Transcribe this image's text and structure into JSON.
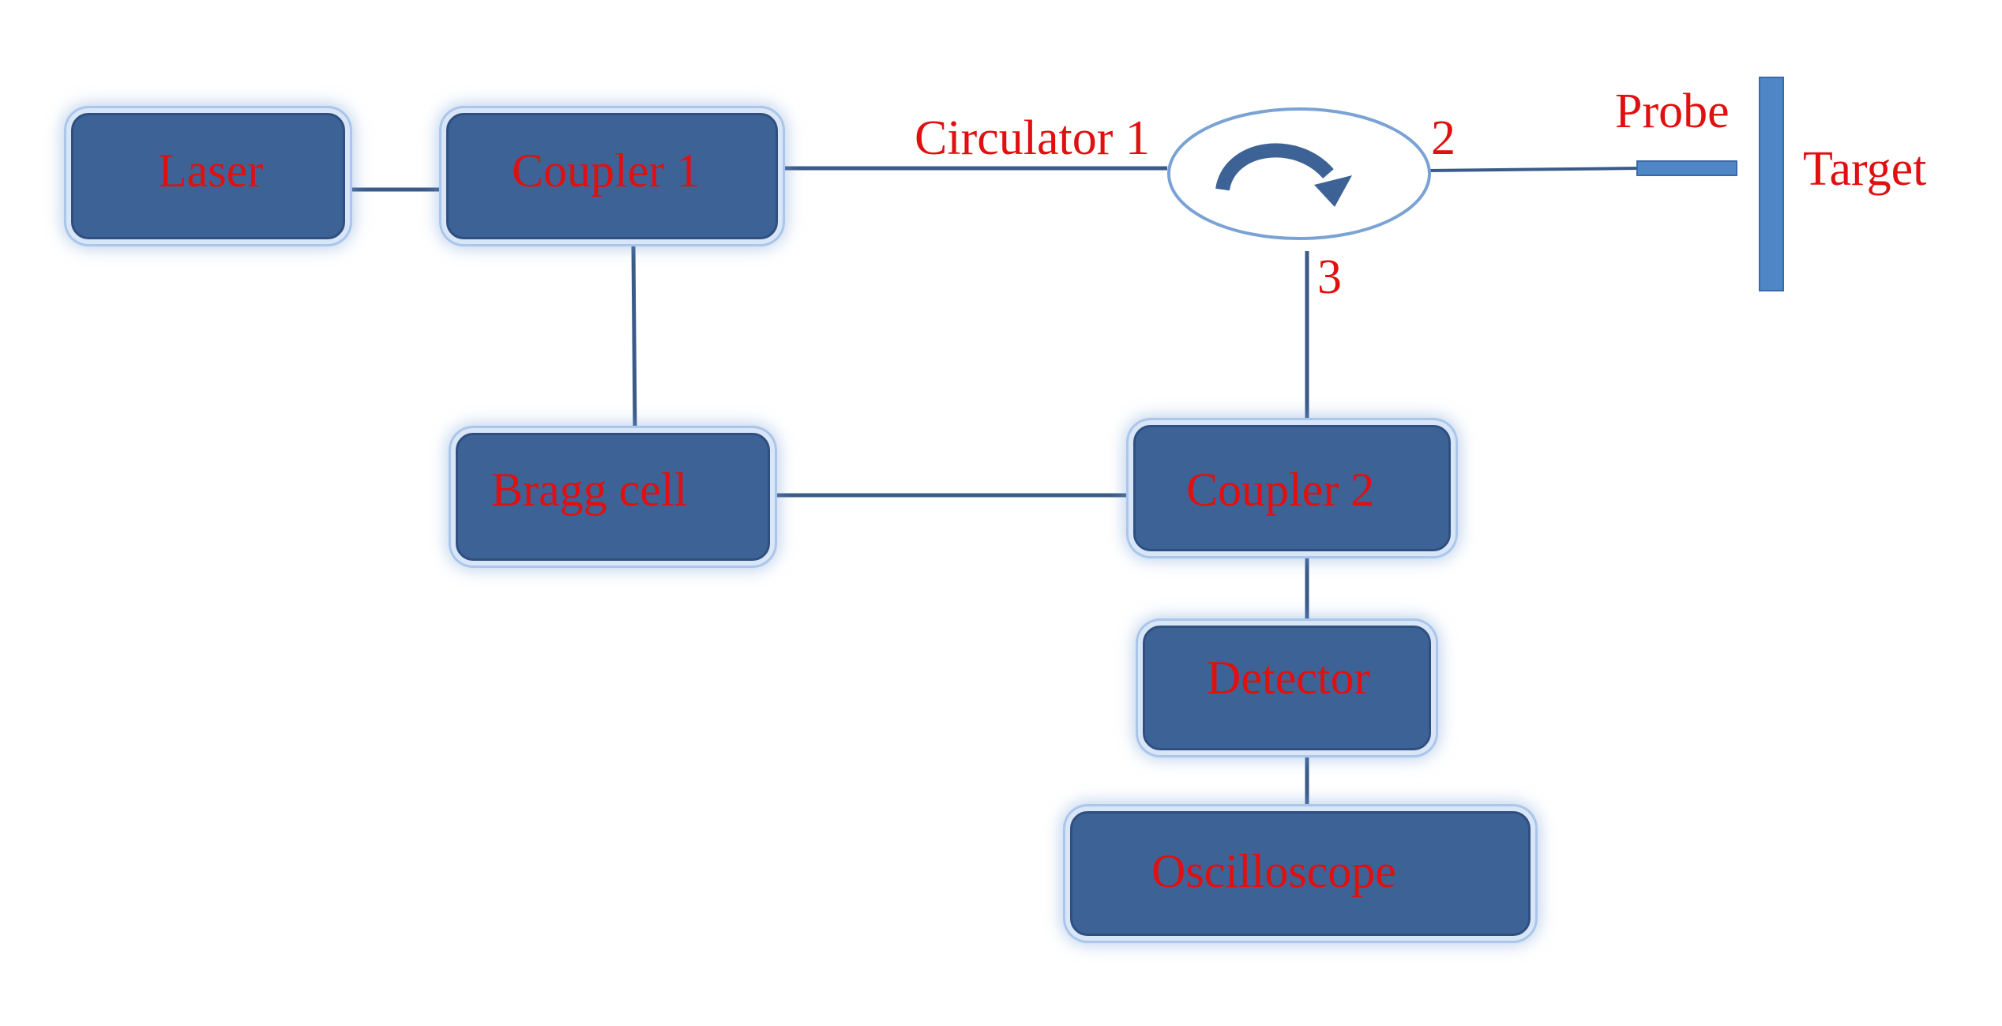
{
  "components": {
    "laser": "Laser",
    "coupler1": "Coupler 1",
    "bragg_cell": "Bragg cell",
    "coupler2": "Coupler 2",
    "detector": "Detector",
    "oscilloscope": "Oscilloscope"
  },
  "circulator": {
    "label": "Circulator 1",
    "port2": "2",
    "port3": "3"
  },
  "probe_label": "Probe",
  "target_label": "Target",
  "colors": {
    "box_fill": "#3d6396",
    "label_text": "#e01010",
    "line": "#3a5a88",
    "target": "#4f86c6"
  }
}
